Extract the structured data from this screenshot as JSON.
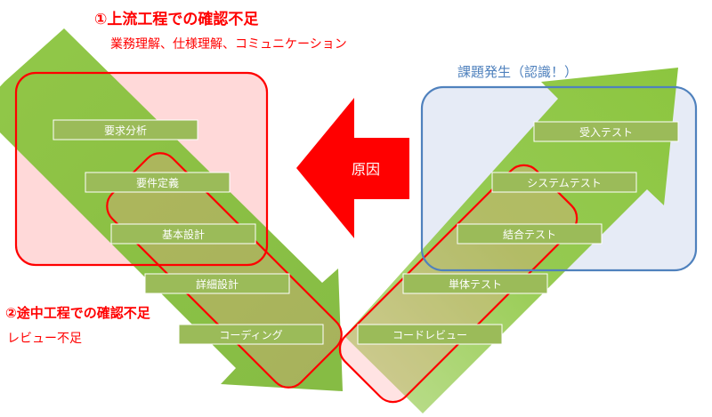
{
  "annotations": {
    "upstream_title": "①上流工程での確認不足",
    "upstream_detail": "業務理解、仕様理解、コミュニケーション",
    "midstream_title": "②途中工程での確認不足",
    "midstream_detail": "レビュー不足",
    "issue_label": "課題発生（認識！）",
    "cause_label": "原因"
  },
  "phases": {
    "requirements_analysis": "要求分析",
    "requirements_definition": "要件定義",
    "basic_design": "基本設計",
    "detailed_design": "詳細設計",
    "coding": "コーディング",
    "code_review": "コードレビュー",
    "unit_test": "単体テスト",
    "integration_test": "結合テスト",
    "system_test": "システムテスト",
    "acceptance_test": "受入テスト"
  },
  "colors": {
    "arrow_green": "#8cc63f",
    "phase_box": "#9bbb59",
    "highlight_red": "#ff0000",
    "issue_blue": "#4f81bd",
    "text_red": "#ff0000",
    "text_blue": "#4f81bd"
  }
}
